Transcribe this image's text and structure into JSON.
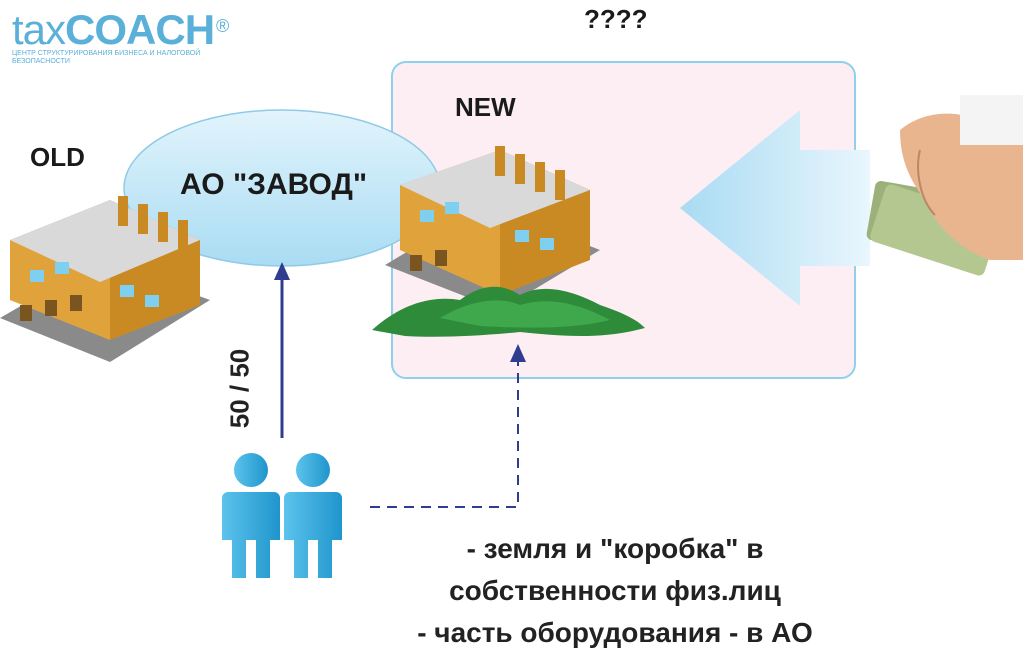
{
  "logo": {
    "prefix": "tax",
    "brand": "COACH",
    "reg": "®",
    "subtitle": "ЦЕНТР СТРУКТУРИРОВАНИЯ БИЗНЕСА И НАЛОГОВОЙ БЕЗОПАСНОСТИ"
  },
  "labels": {
    "question": "????",
    "old": "OLD",
    "new": "NEW",
    "company": "АО \"ЗАВОД\"",
    "share": "50 / 50"
  },
  "caption": [
    "- земля и \"коробка\" в",
    "собственности физ.лиц",
    "- часть оборудования - в АО"
  ],
  "colors": {
    "ellipse": "#bfe6f6",
    "box_fill": "#fdeef3",
    "box_border": "#8fd0ec",
    "arrow": "#bfe3f6",
    "person": "#34aee0",
    "line": "#2f3c8f",
    "building": "#d99a33",
    "hill": "#2e8b3a"
  }
}
